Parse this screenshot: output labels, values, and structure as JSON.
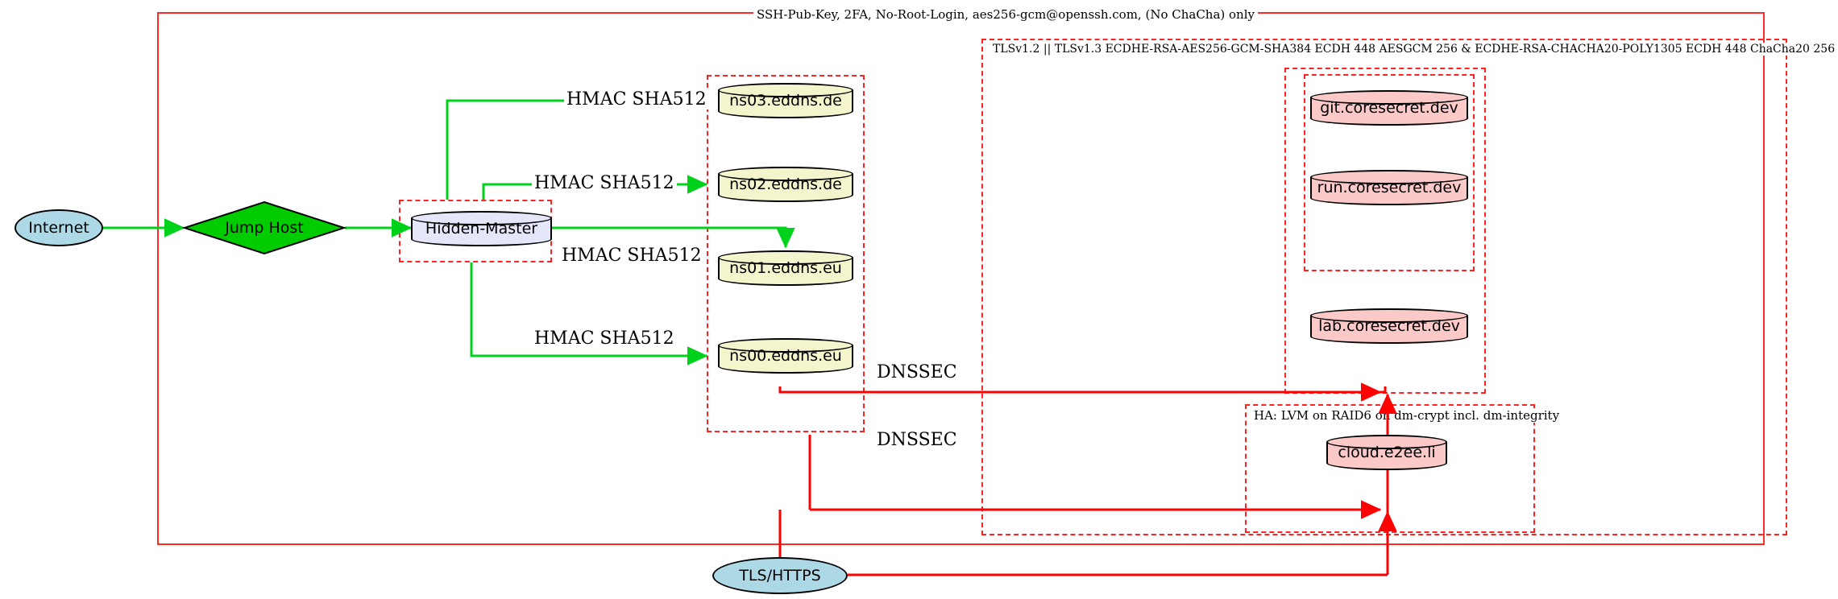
{
  "diagram": {
    "title_label": "SSH-Pub-Key, 2FA, No-Root-Login, aes256-gcm@openssh.com, (No ChaCha) only",
    "colors": {
      "boundary_red": "#ff2b2b",
      "cluster_dashed_red": "#ff2222",
      "flow_green": "#00d11a",
      "ellipse_fill": "#add8e6",
      "diamond_fill": "#00cc00",
      "master_fill": "#e6e6fa",
      "dns_fill": "#f5f5cd",
      "service_fill": "#fcc9c9"
    }
  },
  "clusters": {
    "outer_ssh": {
      "label": "SSH-Pub-Key, 2FA, No-Root-Login, aes256-gcm@openssh.com, (No ChaCha) only",
      "style": "solid"
    },
    "tls_policy": {
      "label": "TLSv1.2 || TLSv1.3 ECDHE-RSA-AES256-GCM-SHA384 ECDH 448 AESGCM 256 & ECDHE-RSA-CHACHA20-POLY1305 ECDH 448 ChaCha20 256",
      "style": "dashed"
    },
    "ha_storage": {
      "label": "HA: LVM on RAID6 on dm-crypt incl. dm-integrity",
      "style": "dashed"
    },
    "hidden_master": {
      "label": "",
      "style": "dashed"
    },
    "dns_zone": {
      "label": "",
      "style": "dashed"
    },
    "coresecret_zone": {
      "label": "",
      "style": "dashed"
    },
    "coresecret_inner": {
      "label": "",
      "style": "dashed"
    }
  },
  "nodes": {
    "internet": {
      "label": "Internet",
      "shape": "ellipse"
    },
    "jump_host": {
      "label": "Jump Host",
      "shape": "diamond"
    },
    "hidden_master": {
      "label": "Hidden-Master",
      "shape": "cylinder"
    },
    "ns03": {
      "label": "ns03.eddns.de",
      "shape": "cylinder"
    },
    "ns02": {
      "label": "ns02.eddns.de",
      "shape": "cylinder"
    },
    "ns01": {
      "label": "ns01.eddns.eu",
      "shape": "cylinder"
    },
    "ns00": {
      "label": "ns00.eddns.eu",
      "shape": "cylinder"
    },
    "git": {
      "label": "git.coresecret.dev",
      "shape": "cylinder"
    },
    "run": {
      "label": "run.coresecret.dev",
      "shape": "cylinder"
    },
    "lab": {
      "label": "lab.coresecret.dev",
      "shape": "cylinder"
    },
    "cloud": {
      "label": "cloud.e2ee.li",
      "shape": "cylinder"
    },
    "tls_https": {
      "label": "TLS/HTTPS",
      "shape": "ellipse"
    }
  },
  "edge_labels": {
    "hmac_ns03": "HMAC SHA512",
    "hmac_ns02": "HMAC SHA512",
    "hmac_ns01": "HMAC SHA512",
    "hmac_ns00": "HMAC SHA512",
    "dnssec_upper": "DNSSEC",
    "dnssec_lower": "DNSSEC"
  }
}
